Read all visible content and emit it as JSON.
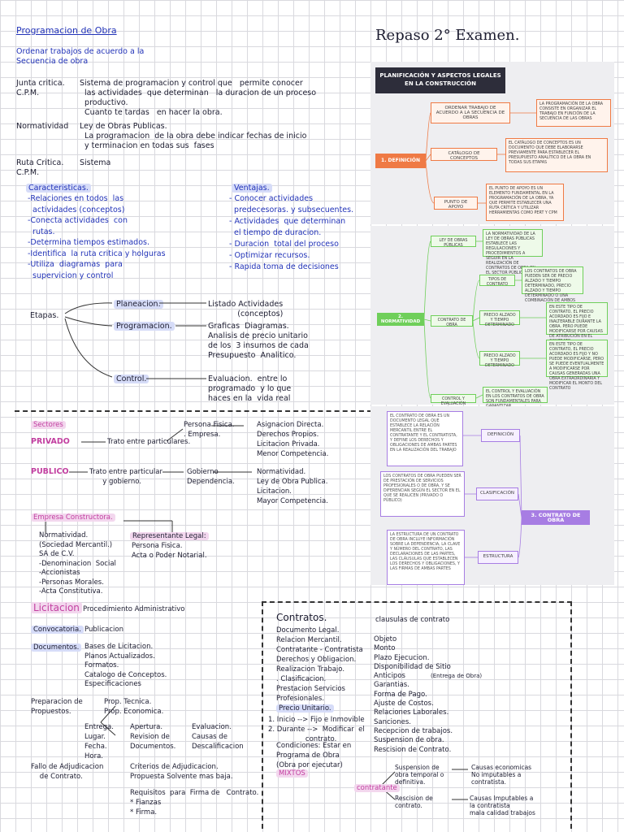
{
  "header": {
    "title_left": "Programacion de Obra",
    "subtitle_1": "Ordenar trabajos de acuerdo a la",
    "subtitle_2": "Secuencia de obra",
    "title_right": "Repaso 2° Examen."
  },
  "defs": [
    {
      "term": "Junta critica.\nC.P.M.",
      "text": "Sistema de programacion y control que   permite conocer\n  las actividades  que determinan   la duracion de un proceso\n  productivo.\n  Cuanto te tardas   en hacer la obra."
    },
    {
      "term": "Normatividad",
      "text": "Ley de Obras Publicas.\n  La programacion  de la obra debe indicar fechas de inicio\n  y terminacion en todas sus  fases"
    },
    {
      "term": "Ruta Critica.\nC.P.M.",
      "text": "Sistema"
    }
  ],
  "caracteristicas": {
    "title": "Caracteristicas.",
    "items": "-Relaciones en todos  las\n  actividades (conceptos)\n-Conecta actividades  con\n  rutas.\n-Determina tiempos estimados.\n-Identifica  la ruta critica y holguras\n-Utiliza  diagramas  para\n  supervicion y control"
  },
  "ventajas": {
    "title": "Ventajas.",
    "items": "- Conocer actividades\n  predecesoras. y subsecuentes.\n- Actividades  que determinan\n  el tiempo de duracion.\n- Duracion  total del proceso\n- Optimizar recursos.\n- Rapida toma de decisiones"
  },
  "etapas": {
    "label": "Etapas.",
    "planeacion": "Planeacion.",
    "planeacion_desc": "Listado Actividades\n            (conceptos)",
    "programacion": "Programacion.",
    "programacion_desc": "Graficas  Diagramas.\nAnalisis de precio unitario\nde los  3 insumos de cada\nPresupuesto  Analitico.",
    "control": "Control.",
    "control_desc": "Evaluacion.  entre lo\nprogramado  y lo que\nhaces en la  vida real"
  },
  "sectores": {
    "title": "Sectores",
    "privado": "PRIVADO",
    "privado_trato": "Trato entre particulares.",
    "persona_fisica": "Persona Fisica.\n. Empresa.",
    "asignacion": "Asignacion Directa.\nDerechos Propios.\nLicitacion Privada.\nMenor Competencia.",
    "publico": "PUBLICO",
    "publico_trato": "Trato entre particular\n      y gobierno.",
    "gobierno": "Gobierno\nDependencia.",
    "normatividad": "Normatividad.\nLey de Obra Publica.\nLicitacion.\nMayor Competencia."
  },
  "empresa": {
    "title": "Empresa Constructora.",
    "normatividad": "Normatividad.\n(Sociedad Mercantil.)\nSA de C.V.\n-Denominacion  Social\n-Accionistas\n-Personas Morales.\n-Acta Constitutiva.",
    "representante": "Representante Legal:",
    "representante_desc": "Persona Fisica.\nActa o Poder Notarial."
  },
  "licitacion": {
    "title": "Licitacion",
    "subtitle": "Procedimiento Administrativo",
    "convocatoria": "Convocatoria.",
    "publicacion": "Publicacion",
    "documentos": "Documentos.",
    "documentos_list": "Bases de Licitacion.\nPlanos Actualizados.\nFormatos.\nCatalogo de Conceptos.\nEspecificaciones",
    "preparacion": "Preparacion de\nPropuestos.",
    "prop_list": "Prop. Tecnica.\nProp. Economica.",
    "entrega": "Entrega.\nLugar.\nFecha.\nHora.",
    "apertura": "Apertura.\nRevision de\nDocumentos.",
    "evaluacion": "Evaluacion.\nCausas de\nDescalificacion",
    "fallo": "Fallo de Adjudicacion\n    de Contrato.",
    "criterios": "Criterios de Adjudicacion.\nPropuesta Solvente mas baja.",
    "requisitos": "Requisitos  para  Firma de   Contrato.\n* Fianzas\n* Firma."
  },
  "contratos": {
    "title": "Contratos.",
    "list": "Documento Legal.\nRelacion Mercantil.\nContratante - Contratista\nDerechos y Obligacion.\nRealizacion Trabajo.\n. Clasificacion.\nPrestacion Servicios\nProfesionales.",
    "precio": "Precio Unitario.",
    "inicio": "1. Inicio  -->  Fijo e Inmovible",
    "durante": "2. Durante -->  Modificar  el\n                 contrato.",
    "condiciones": "Condiciones: Estar en\nPrograma de Obra\n(Obra por ejecutar)",
    "mixtos": "MIXTOS",
    "clausulas_title": "clausulas de contrato",
    "clausulas": "Objeto\nMonto\nPlazo Ejecucion.\nDisponibilidad de Sitio\nAnticipos\nGarantias.\nForma de Pago.\nAjuste de Costos.\nRelaciones Laborales.\nSanciones.\nRecepcion de trabajos.\nSuspension de obra.\nRescision de Contrato.",
    "entrega_anticipo": "(Entrega de Obra)",
    "contratante": "contratante",
    "susp": "Suspension de\nobra temporal o\ndefinitiva.",
    "susp_causas": "Causas economicas\nNo imputables a\ncontratista.",
    "rescision": "Rescision de\ncontrato.",
    "rescision_causas": "Causas Imputables a\nla contratista\nmala calidad trabajos"
  },
  "mindmap": {
    "title": "PLANIFICACIÓN Y ASPECTOS LEGALES\nEN LA CONSTRUCCIÓN",
    "s1": "1. DEFINICIÓN",
    "s1a": "ORDENAR TRABAJO DE ACUERDO A LA SECUENCIA DE OBRAS",
    "s1a_t": "LA PROGRAMACIÓN DE LA OBRA CONSISTE EN ORGANIZAR EL TRABAJO EN FUNCIÓN DE LA SECUENCIA DE LAS OBRAS",
    "s1b": "CATÁLOGO DE CONCEPTOS",
    "s1b_t": "EL CATÁLOGO DE CONCEPTOS ES UN DOCUMENTO QUE DEBE ELABORARSE PREVIAMENTE PARA ESTABLECER EL PRESUPUESTO ANALÍTICO DE LA OBRA EN TODAS SUS ETAPAS",
    "s1c": "PUNTO DE APOYO",
    "s1c_t": "EL PUNTO DE APOYO ES UN ELEMENTO FUNDAMENTAL EN LA PROGRAMACIÓN DE LA OBRA, YA QUE PERMITE ESTABLECER UNA RUTA CRÍTICA Y UTILIZAR HERRAMIENTAS COMO PERT Y CPM",
    "s2": "2. NORMATIVIDAD",
    "s2a": "LEY DE OBRAS PÚBLICAS",
    "s2a_t": "LA NORMATIVIDAD DE LA LEY DE OBRAS PÚBLICAS ESTABLECE LAS REGULACIONES Y PROCEDIMIENTOS A SEGUIR EN LA REALIZACIÓN DE CONTRATOS DE OBRA EN EL SECTOR PÚBLICO",
    "s2b": "CONTRATO DE OBRA",
    "s2b1": "TIPOS DE CONTRATO",
    "s2b1_t": "LOS CONTRATOS DE OBRA PUEDEN SER DE PRECIO ALZADO Y TIEMPO DETERMINADO, PRECIO ALZADO Y TIEMPO DETERMINADO O UNA COMBINACIÓN DE AMBOS",
    "s2b2": "PRECIO ALZADO Y TIEMPO DETERMINADO",
    "s2b2_t": "EN ESTE TIPO DE CONTRATO, EL PRECIO ACORDADO ES FIJO E INALTERABLE DURANTE LA OBRA. PERO PUEDE MODIFICARSE POR CAUSAS DE ATRIBUCIÓN EN EL CONTRATO",
    "s2b3": "PRECIO ALZADO Y TIEMPO DETERMINADO",
    "s2b3_t": "EN ESTE TIPO DE CONTRATO, EL PRECIO ACORDADO ES FIJO Y NO PUEDE MODIFICARSE, PERO SE PUEDE EVENTUALMENTE A MODIFICARSE POR CAUSAS GENERADAS UNA OBRA EXTRAORDINARIA Y MODIFICAR EL MONTO DEL CONTRATO",
    "s2c": "CONTROL Y EVALUACIÓN",
    "s2c_t": "EL CONTROL Y EVALUACIÓN EN LOS CONTRATOS DE OBRA SON FUNDAMENTALES PARA GARANTIZAR",
    "s3": "3. CONTRATO DE OBRA",
    "s3a": "DEFINICIÓN",
    "s3a_t": "EL CONTRATO DE OBRA ES UN DOCUMENTO LEGAL QUE ESTABLECE LA RELACIÓN MERCANTIL ENTRE EL CONTRATANTE Y EL CONTRATISTA, Y DEFINE LOS DERECHOS Y OBLIGACIONES DE AMBAS PARTES EN LA REALIZACIÓN DEL TRABAJO",
    "s3b": "CLASIFICACIÓN",
    "s3b_t": "LOS CONTRATOS DE OBRA PUEDEN SER DE PRESTACIÓN DE SERVICIOS PROFESIONALES O DE OBRA, Y SE DIFERENCIAN SEGÚN EL SECTOR EN EL QUE SE REALICEN (PRIVADO O PÚBLICO)",
    "s3c": "ESTRUCTURA",
    "s3c_t": "LA ESTRUCTURA DE UN CONTRATO DE OBRA INCLUYE INFORMACIÓN SOBRE LA DEPENDENCIA, LA CLAVE Y NÚMERO DEL CONTRATO, LAS DECLARACIONES DE LAS PARTES, LAS CLÁUSULAS QUE ESTABLECEN LOS DERECHOS Y OBLIGACIONES, Y LAS FIRMAS DE AMBAS PARTES"
  }
}
